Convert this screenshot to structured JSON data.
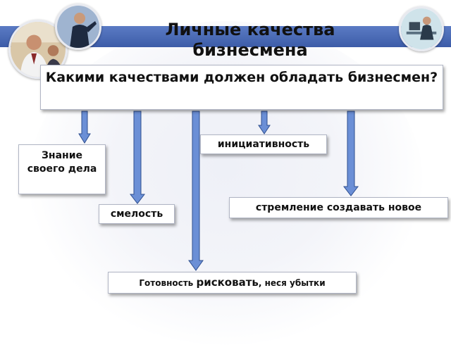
{
  "title": "Личные качества бизнесмена",
  "question": "Какими качествами должен обладать бизнесмен?",
  "qualities": {
    "knowledge": "Знание своего дела",
    "courage": "смелость",
    "initiative": "инициативность",
    "innovation": "стремление создавать новое",
    "risk_prefix": "Готовность ",
    "risk_word": "рисковать",
    "risk_suffix": ", неся убытки"
  },
  "colors": {
    "title_band": "#4a6bb8",
    "arrow_fill": "#6b8fd6",
    "arrow_stroke": "#2f4f8f"
  }
}
